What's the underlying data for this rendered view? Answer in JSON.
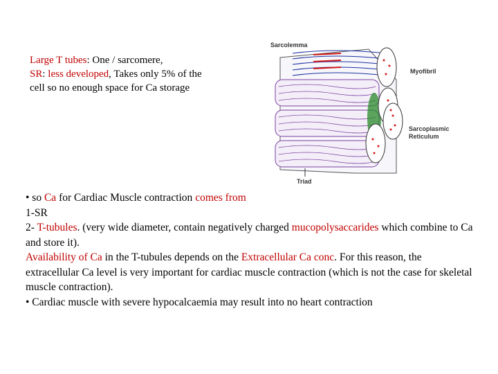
{
  "top_block": {
    "line1_a": "Large T tubes",
    "line1_b": ": One / sarcomere,",
    "line2_a": "SR",
    "line2_b": ": ",
    "line2_c": "less developed",
    "line2_d": ", Takes only 5% of the",
    "line3": "cell so no enough space for Ca storage"
  },
  "diagram": {
    "labels": {
      "sarcolemma": "Sarcolemma",
      "myofibril": "Myofibril",
      "sr_line1": "Sarcoplasmic",
      "sr_line2": "Reticulum",
      "triad": "Triad"
    },
    "colors": {
      "sarcolemma": "#1a2fa0",
      "sr": "#7a3fa0",
      "myofibril_dots": "#d01818",
      "t_tubule": "#2a8a2a"
    }
  },
  "body": {
    "p1_a": "• so ",
    "p1_b": "Ca",
    "p1_c": " for Cardiac Muscle contraction ",
    "p1_d": "comes from",
    "p2": "1-SR",
    "p3_a": "2- ",
    "p3_b": "T-tubules",
    "p3_c": ". (very wide diameter, contain negatively charged ",
    "p3_d": "mucopolysaccarides",
    "p3_e": " which combine to Ca and store it).",
    "p4_a": "Availability of Ca",
    "p4_b": " in the T-tubules depends on the ",
    "p4_c": "Extracellular Ca conc",
    "p4_d": ". For this reason, the extracellular Ca level is very important for cardiac muscle contraction (which is not the case for skeletal muscle contraction).",
    "p5": "• Cardiac muscle with severe hypocalcaemia may result into no heart contraction"
  }
}
